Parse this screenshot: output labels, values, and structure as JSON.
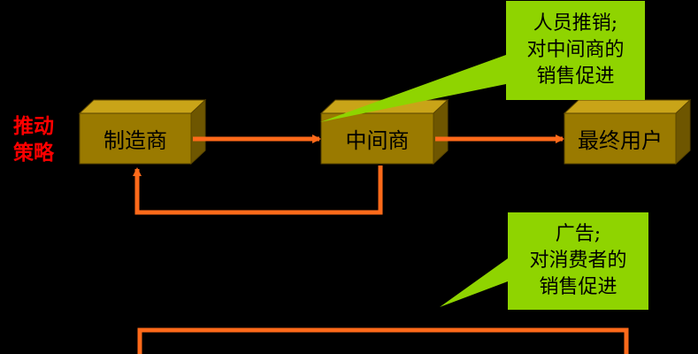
{
  "strategy_label": "推动\n策略",
  "boxes": [
    {
      "id": "manufacturer",
      "label": "制造商"
    },
    {
      "id": "middleman",
      "label": "中间商"
    },
    {
      "id": "end-user",
      "label": "最终用户"
    }
  ],
  "callouts": [
    {
      "id": "personal-selling",
      "text": "人员推销;\n对中间商的\n销售促进"
    },
    {
      "id": "advertising",
      "text": "广告;\n对消费者的\n销售促进"
    }
  ],
  "colors": {
    "background": "#000000",
    "box_front": "#9a7a00",
    "box_top": "#c9a418",
    "box_side": "#6e5600",
    "arrow": "#ff6a1a",
    "callout_fill": "#8fd400",
    "strategy_text": "#ff0000"
  }
}
